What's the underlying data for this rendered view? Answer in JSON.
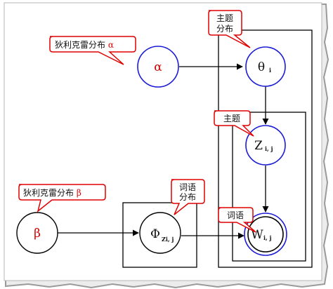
{
  "callouts": {
    "alpha_label": "狄利克雷分布",
    "alpha_symbol": "α",
    "beta_label": "狄利克雷分布",
    "beta_symbol": "β",
    "topic_dist_line1": "主题",
    "topic_dist_line2": "分布",
    "topic": "主题",
    "word_dist_line1": "词语",
    "word_dist_line2": "分布",
    "word": "词语"
  },
  "nodes": {
    "alpha": {
      "symbol": "α",
      "subscript": ""
    },
    "beta": {
      "symbol": "β",
      "subscript": ""
    },
    "theta": {
      "symbol": "θ",
      "subscript": "i"
    },
    "z": {
      "symbol": "Z",
      "subscript": "i, j"
    },
    "phi": {
      "symbol": "Φ",
      "subscript": "Zi, j"
    },
    "w": {
      "symbol": "W",
      "subscript": "i, j"
    }
  },
  "colors": {
    "node_blue": "#1c1cd6",
    "callout_red": "#e00000",
    "symbol_red": "#d40000",
    "line": "#000000",
    "frame_shadow": "#9a9a9a"
  }
}
